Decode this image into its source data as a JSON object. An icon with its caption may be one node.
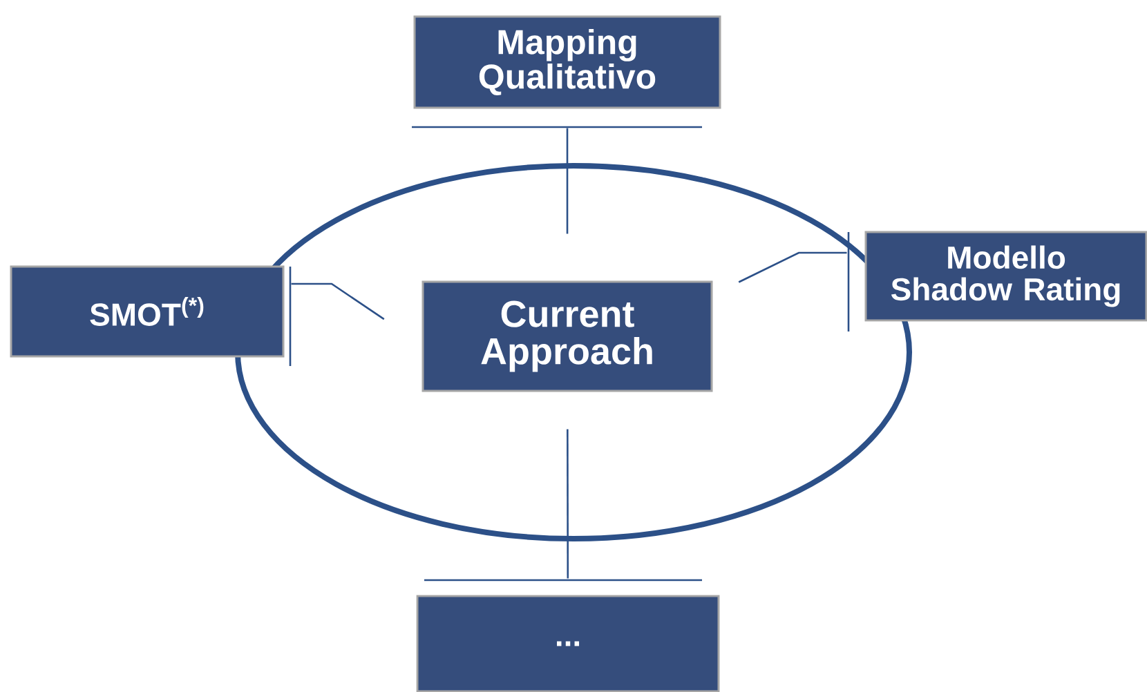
{
  "diagram": {
    "nodes": [
      {
        "text": [
          "Mapping Qualitativo"
        ]
      },
      {
        "text": [
          "Modello Shadow Rating"
        ]
      },
      {
        "text": [
          "SMOT$^{(*)}$"
        ]
      },
      {
        "text": [
          "Current Approach"
        ]
      },
      {
        "text": [
          "..."
        ]
      }
    ],
    "edges": [
      {
        "from": 3,
        "to": 0,
        "arrow": "none"
      },
      {
        "from": 3,
        "to": 1,
        "arrow": "none"
      },
      {
        "from": 3,
        "to": 2,
        "arrow": "none"
      },
      {
        "from": 3,
        "to": 4,
        "arrow": "none"
      }
    ]
  }
}
